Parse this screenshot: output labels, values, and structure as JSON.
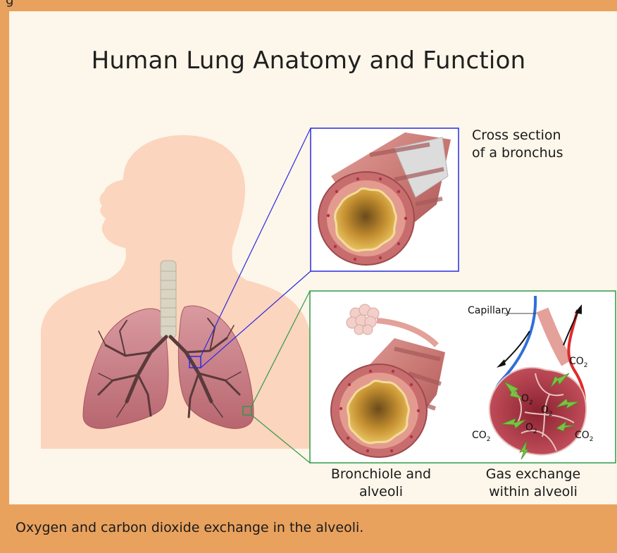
{
  "top_strip_text": "g",
  "title": "Human Lung Anatomy and Function",
  "labels": {
    "cross_section_line1": "Cross section",
    "cross_section_line2": "of a bronchus",
    "bronchiole_line1": "Bronchiole and",
    "bronchiole_line2": "alveoli",
    "gas_line1": "Gas exchange",
    "gas_line2": "within alveoli",
    "capillary": "Capillary",
    "co2": "CO",
    "co2_sub": "2",
    "o2": "O",
    "o2_sub": "2"
  },
  "caption": "Oxygen and carbon dioxide exchange in the alveoli.",
  "colors": {
    "background_orange": "#e8a25e",
    "panel": "#fdf6ea",
    "body_silhouette": "#fbd5bd",
    "lung": "#c97e86",
    "bronchial_tree": "#5a3a3a",
    "trachea": "#d9d4c4",
    "zoom_blue": "#2a2ae0",
    "zoom_green": "#2e9a4a",
    "tube_wall": "#c9736e",
    "lumen": "#e2b24a",
    "capillary_blue": "#2f6fd8",
    "capillary_red": "#e02b2b",
    "arrow_green": "#7cc242"
  }
}
